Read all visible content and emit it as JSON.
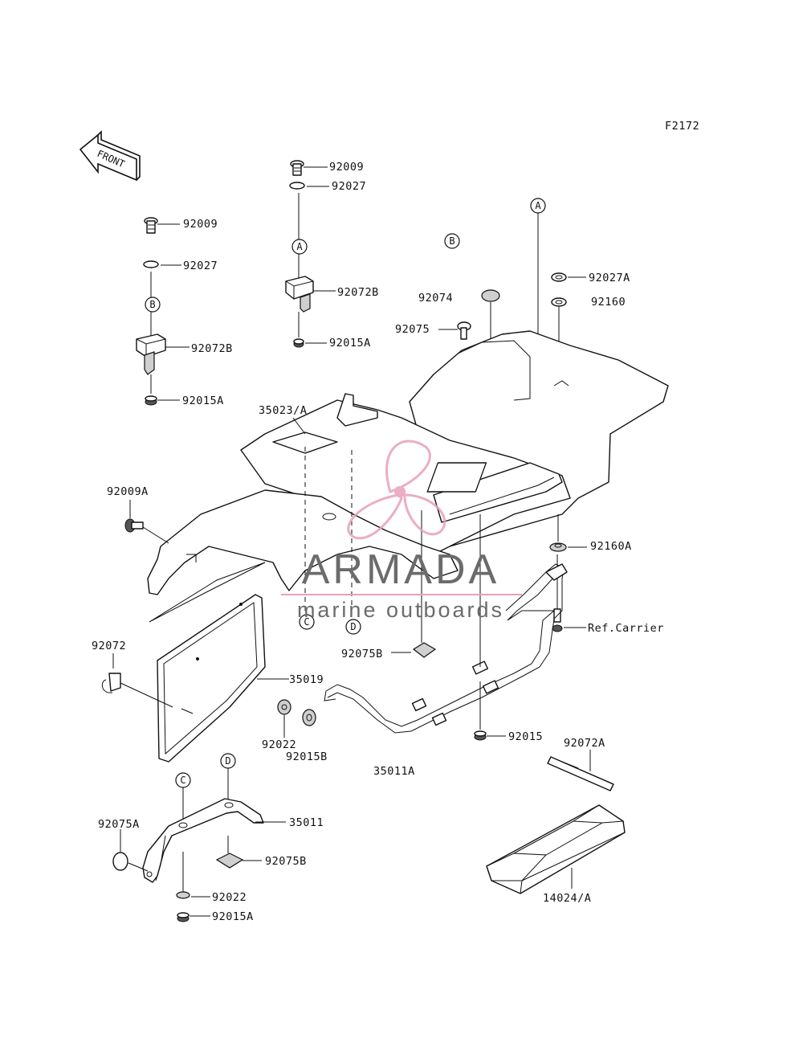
{
  "figure_code": "F2172",
  "front_label": "FRONT",
  "watermark": {
    "name": "ARMADA",
    "tagline": "marine outboards"
  },
  "callouts": [
    "A",
    "B",
    "C",
    "D"
  ],
  "parts": {
    "p92009_top": "92009",
    "p92027_top": "92027",
    "p92072B_top": "92072B",
    "p92015A_top": "92015A",
    "p92009_left": "92009",
    "p92027_left": "92027",
    "p92072B_left": "92072B",
    "p92015A_left": "92015A",
    "p92027A": "92027A",
    "p92160": "92160",
    "p92074": "92074",
    "p92075": "92075",
    "p35023A": "35023/A",
    "p92009A": "92009A",
    "p92160A": "92160A",
    "ref_carrier": "Ref.Carrier",
    "p92075B_mid": "92075B",
    "p92072": "92072",
    "p35019": "35019",
    "p92022_mid": "92022",
    "p92015B": "92015B",
    "p92015": "92015",
    "p35011A": "35011A",
    "p92072A": "92072A",
    "p35011": "35011",
    "p92075A": "92075A",
    "p92075B_low": "92075B",
    "p92022_low": "92022",
    "p92015A_low": "92015A",
    "p14024A": "14024/A"
  },
  "colors": {
    "line": "#111111",
    "watermark_logo": "#e8a0b8",
    "watermark_text": "#6b6b6b"
  }
}
